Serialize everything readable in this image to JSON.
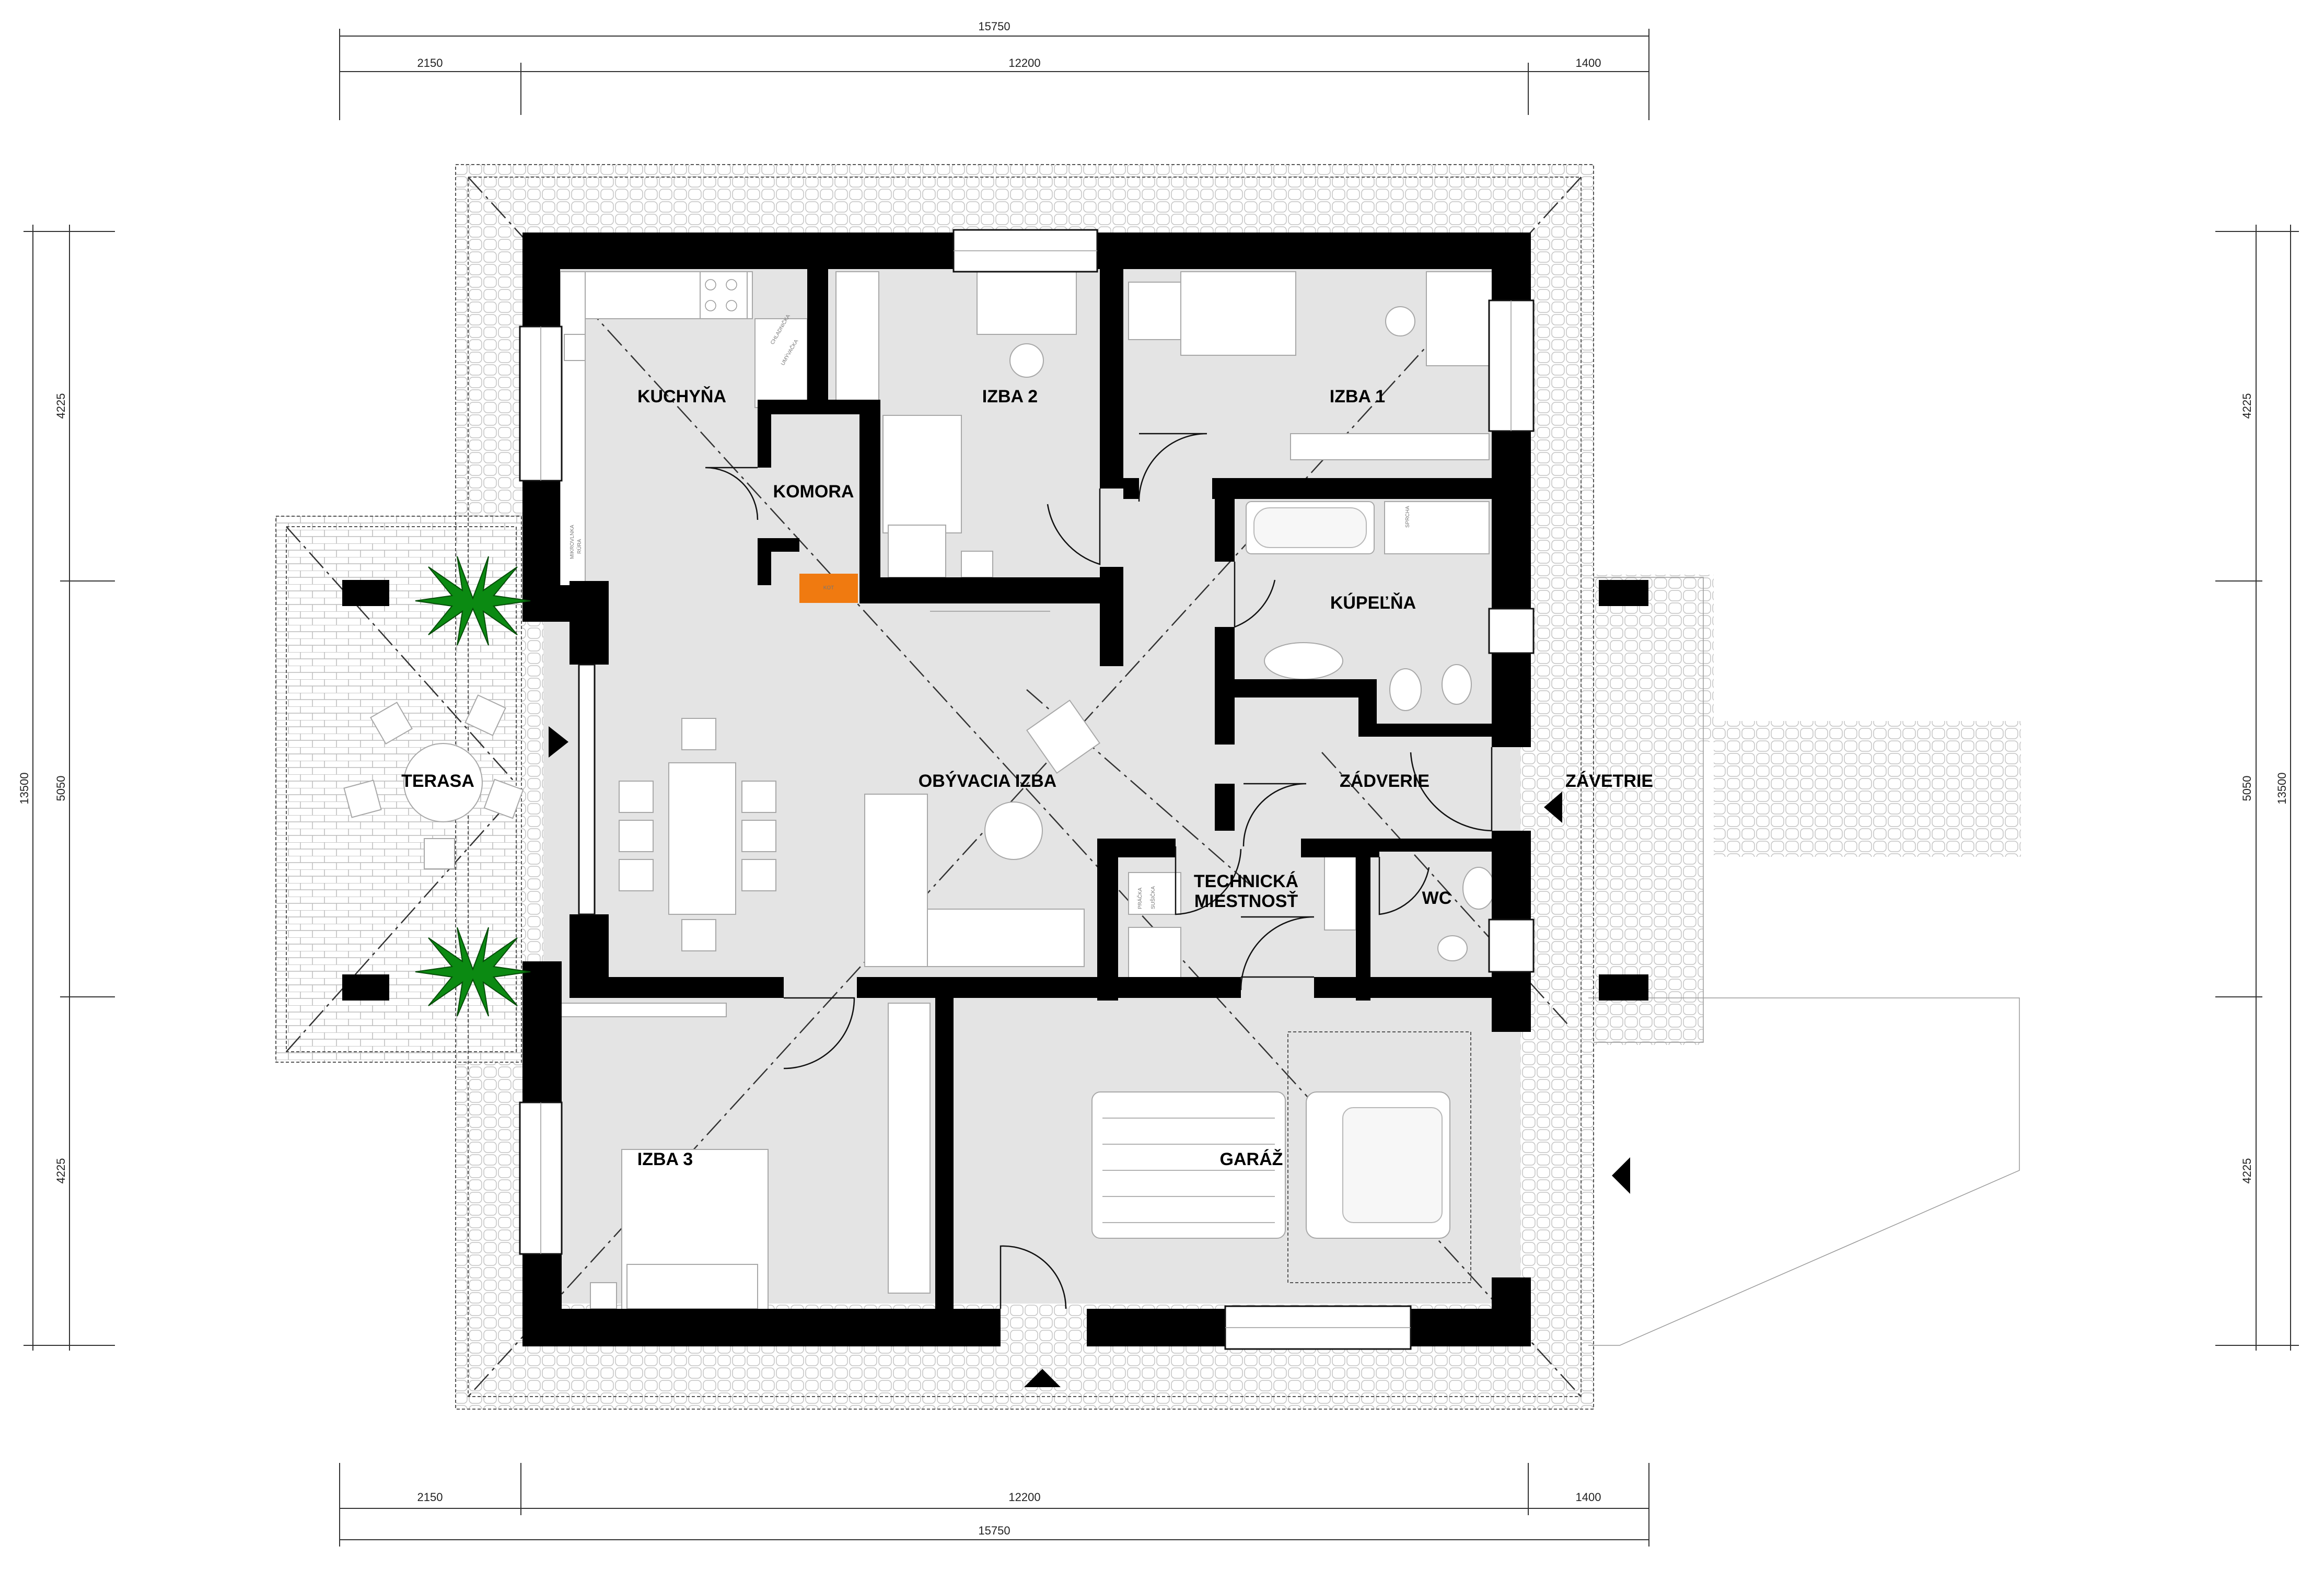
{
  "rooms": {
    "kuchyna": "KUCHYŇA",
    "izba2": "IZBA 2",
    "izba1": "IZBA 1",
    "komora": "KOMORA",
    "kupelna": "KÚPEĽŇA",
    "terasa": "TERASA",
    "obyvacia": "OBÝVACIA IZBA",
    "zadverie": "ZÁDVERIE",
    "zavetrie": "ZÁVETRIE",
    "technicka_1": "TECHNICKÁ",
    "technicka_2": "MIESTNOSŤ",
    "wc": "WC",
    "izba3": "IZBA 3",
    "garaz": "GARÁŽ"
  },
  "dimensions": {
    "overall_width": "15750",
    "top_segments": [
      "2150",
      "12200",
      "1400"
    ],
    "bottom_segments": [
      "2150",
      "12200",
      "1400"
    ],
    "overall_depth": "13500",
    "side_segments": [
      "4225",
      "5050",
      "4225"
    ]
  },
  "fixtures": {
    "chladnicka": "CHLADNIČKA",
    "umyvacka": "UMÝVAČKA",
    "mikrovlnka": "MIKROVLNKA",
    "rura": "RÚRA",
    "kot": "KOT",
    "sprcha": "SPRCHA",
    "pracka": "PRÁČKA",
    "susicka": "SUŠIČKA"
  },
  "colors": {
    "wall": "#000000",
    "floor": "#e4e4e4",
    "plant": "#0b8a12",
    "boiler": "#f07a10"
  }
}
